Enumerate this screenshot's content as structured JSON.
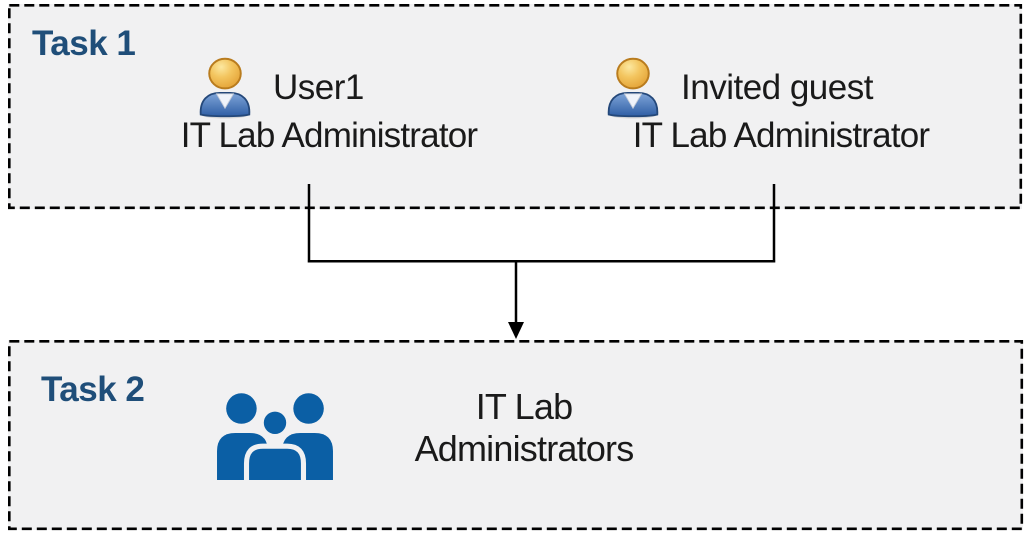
{
  "task1": {
    "label": "Task 1",
    "users": [
      {
        "name": "User1",
        "role": "IT Lab Administrator",
        "icon": "user-icon"
      },
      {
        "name": "Invited guest",
        "role": "IT Lab Administrator",
        "icon": "user-icon"
      }
    ]
  },
  "task2": {
    "label": "Task 2",
    "group": {
      "icon": "people-group-icon",
      "name_lines": [
        "IT Lab",
        "Administrators"
      ]
    }
  },
  "connector": {
    "description": "lines from both Task 1 users merge into a down arrow pointing at Task 2"
  },
  "colors": {
    "task_label": "#1F4E79",
    "box_bg": "#F1F1F2",
    "line": "#000000",
    "text": "#1A1A1A",
    "group_blue": "#0B5FA5",
    "head_highlight": "#FCE8A0",
    "head_mid": "#F3C55F",
    "head_orange": "#E3A135",
    "head_stroke": "#B97C1E",
    "body_blue_light": "#7FA5D8",
    "body_blue": "#2F5EA5",
    "body_stroke": "#24487A",
    "collar": "#EFF3FA"
  }
}
